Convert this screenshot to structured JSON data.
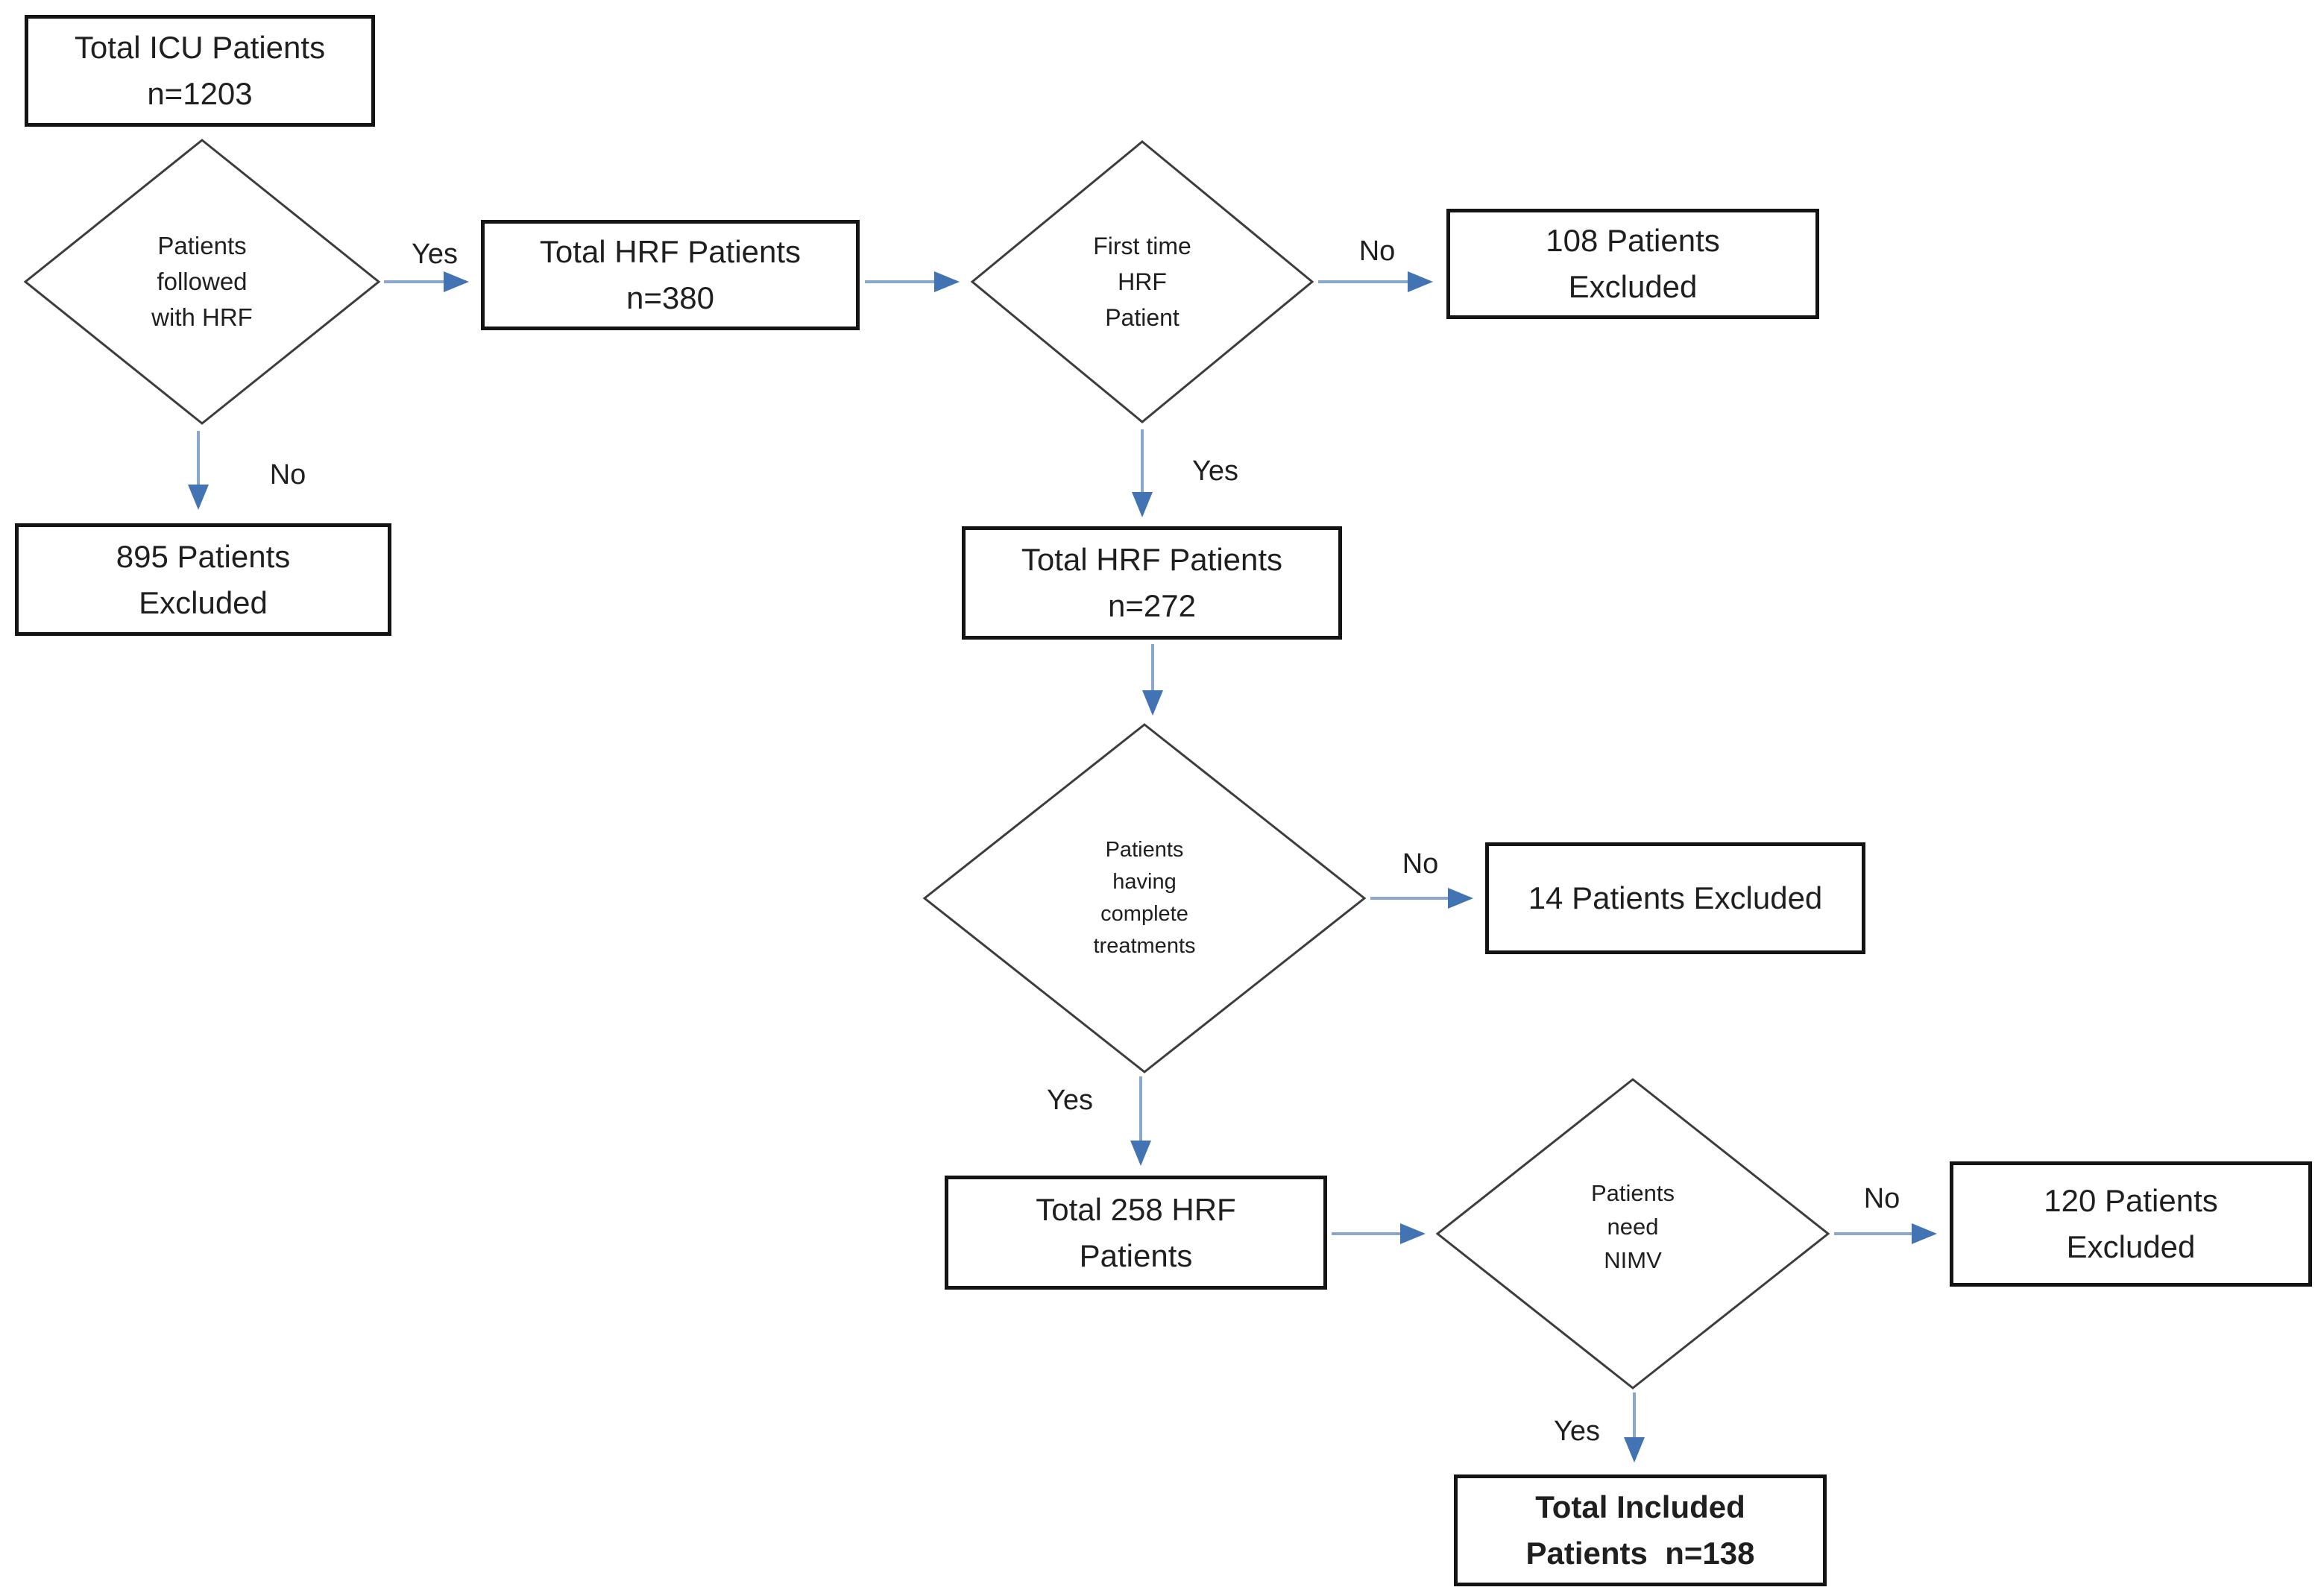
{
  "nodes": {
    "box_total_icu": {
      "lines": [
        "Total ICU Patients",
        "n=1203"
      ]
    },
    "diamond_followed_hrf": {
      "lines": [
        "Patients",
        "followed",
        "with HRF"
      ]
    },
    "box_total_hrf_380": {
      "lines": [
        "Total HRF Patients",
        "n=380"
      ]
    },
    "diamond_first_time": {
      "lines": [
        "First time",
        "HRF",
        "Patient"
      ]
    },
    "box_108_excluded": {
      "lines": [
        "108 Patients",
        "Excluded"
      ]
    },
    "box_895_excluded": {
      "lines": [
        "895 Patients",
        "Excluded"
      ]
    },
    "box_total_hrf_272": {
      "lines": [
        "Total HRF Patients",
        "n=272"
      ]
    },
    "diamond_complete_treatments": {
      "lines": [
        "Patients",
        "having",
        "complete",
        "treatments"
      ]
    },
    "box_14_excluded": {
      "lines": [
        "14 Patients Excluded"
      ]
    },
    "box_total_258": {
      "lines": [
        "Total 258 HRF",
        "Patients"
      ]
    },
    "diamond_need_nimv": {
      "lines": [
        "Patients",
        "need",
        "NIMV"
      ]
    },
    "box_120_excluded": {
      "lines": [
        "120 Patients",
        "Excluded"
      ]
    },
    "box_total_included": {
      "lines": [
        "Total Included",
        "Patients  n=138"
      ]
    }
  },
  "edges": [
    {
      "from": "diamond_followed_hrf",
      "to": "box_total_hrf_380",
      "label": "Yes"
    },
    {
      "from": "diamond_followed_hrf",
      "to": "box_895_excluded",
      "label": "No"
    },
    {
      "from": "box_total_hrf_380",
      "to": "diamond_first_time",
      "label": ""
    },
    {
      "from": "diamond_first_time",
      "to": "box_108_excluded",
      "label": "No"
    },
    {
      "from": "diamond_first_time",
      "to": "box_total_hrf_272",
      "label": "Yes"
    },
    {
      "from": "box_total_hrf_272",
      "to": "diamond_complete_treatments",
      "label": ""
    },
    {
      "from": "diamond_complete_treatments",
      "to": "box_14_excluded",
      "label": "No"
    },
    {
      "from": "diamond_complete_treatments",
      "to": "box_total_258",
      "label": "Yes"
    },
    {
      "from": "box_total_258",
      "to": "diamond_need_nimv",
      "label": ""
    },
    {
      "from": "diamond_need_nimv",
      "to": "box_120_excluded",
      "label": "No"
    },
    {
      "from": "diamond_need_nimv",
      "to": "box_total_included",
      "label": "Yes"
    }
  ],
  "colors": {
    "arrow_line": "#8aa8cc",
    "arrow_head": "#4273b3",
    "diamond_stroke": "#3d3d3d",
    "box_border": "#141414",
    "text": "#1f1f1f",
    "background": "#ffffff"
  }
}
